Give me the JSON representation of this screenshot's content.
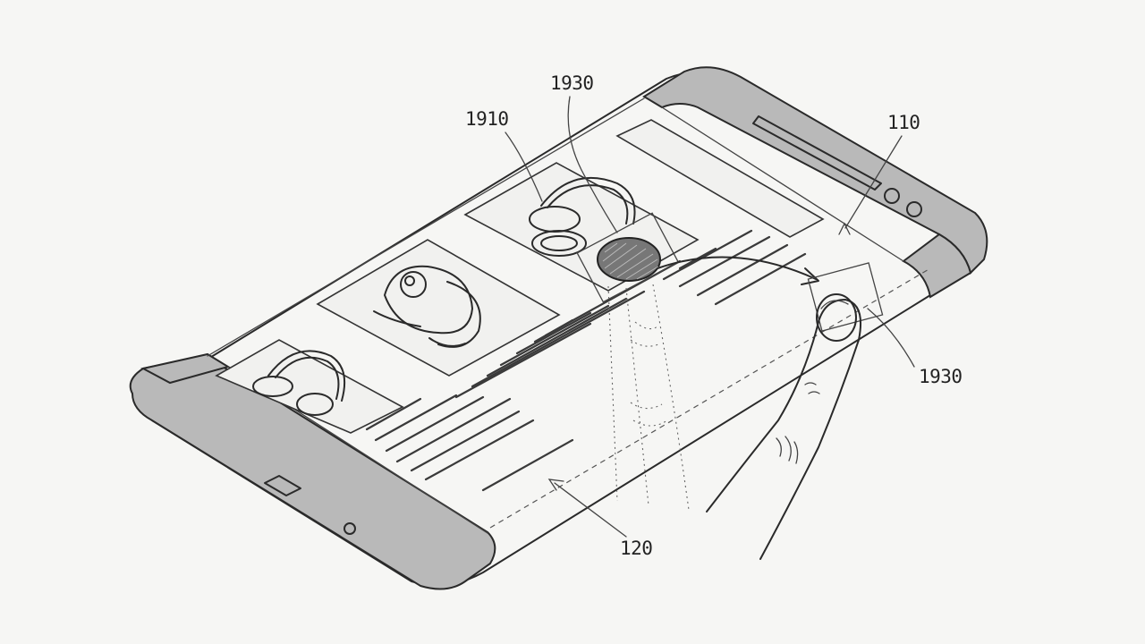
{
  "labels": {
    "ref_1930_top": "1930",
    "ref_1910": "1910",
    "ref_110": "110",
    "ref_1930_side": "1930",
    "ref_120": "120"
  },
  "colors": {
    "background": "#f6f6f4",
    "edge_band": "#b9b9b9",
    "ink": "#2a2a2a"
  },
  "icons": [
    "earphone-icon",
    "headphone-icon",
    "fingertip-icon"
  ]
}
